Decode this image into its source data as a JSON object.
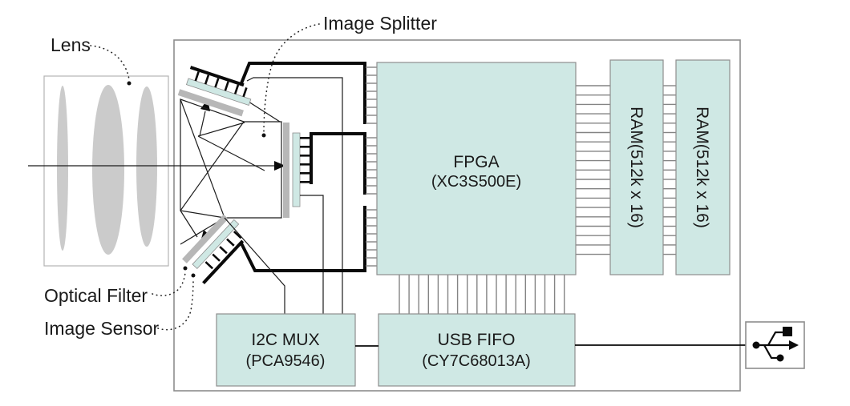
{
  "diagram": {
    "external_labels": {
      "lens": "Lens",
      "image_splitter": "Image Splitter",
      "optical_filter": "Optical Filter",
      "image_sensor": "Image Sensor"
    },
    "blocks": {
      "fpga": {
        "name": "FPGA",
        "part": "(XC3S500E)"
      },
      "ram_1": {
        "label": "RAM(512k x 16)"
      },
      "ram_2": {
        "label": "RAM(512k x 16)"
      },
      "i2c_mux": {
        "name": "I2C MUX",
        "part": "(PCA9546)"
      },
      "usb_fifo": {
        "name": "USB FIFO",
        "part": "(CY7C68013A)"
      }
    },
    "icons": {
      "usb_connector": "usb-trident-icon"
    },
    "colors": {
      "block_fill": "#cfe8e4",
      "block_border": "#8e8e8e",
      "wire_gray": "#848484",
      "filter_gray": "#b7b7b7",
      "lens_fill": "#cbcbcb",
      "line_black": "#0a0a0a"
    }
  }
}
